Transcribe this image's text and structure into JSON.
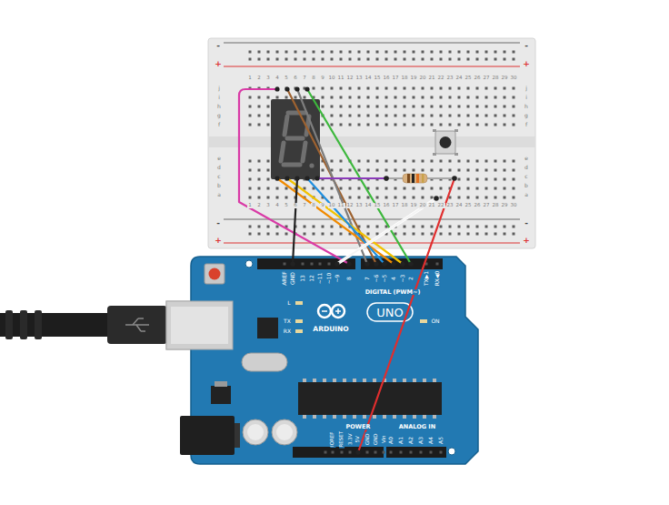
{
  "diagram": {
    "labels": [
      "1",
      "2",
      "3",
      "4",
      "5",
      "6",
      "7",
      "8",
      "9",
      "10",
      "11",
      "12",
      "13",
      "14",
      "15",
      "16",
      "17",
      "18",
      "19",
      "20",
      "21",
      "22",
      "23",
      "24",
      "25",
      "26",
      "27",
      "28",
      "29",
      "30",
      "j",
      "i",
      "h",
      "g",
      "f",
      "j",
      "i",
      "h",
      "g",
      "f",
      "e",
      "d",
      "c",
      "b",
      "a",
      "e",
      "d",
      "c",
      "b",
      "a",
      "1",
      "2",
      "3",
      "4",
      "5",
      "6",
      "7",
      "8",
      "9",
      "10",
      "11",
      "12",
      "13",
      "14",
      "15",
      "16",
      "17",
      "18",
      "19",
      "20",
      "21",
      "22",
      "23",
      "24",
      "25",
      "26",
      "27",
      "28",
      "29",
      "30",
      "-",
      "+",
      "-",
      "+",
      "-",
      "+",
      "-",
      "+",
      "AREF",
      "GND",
      "13",
      "12",
      "~11",
      "~10",
      "~9",
      "8",
      "7",
      "~6",
      "~5",
      "4",
      "~3",
      "2",
      "TX▶1",
      "RX◀0",
      "DIGITAL (PWM~)",
      "L",
      "TX",
      "RX",
      "ARDUINO",
      "UNO",
      "ON",
      "POWER",
      "ANALOG IN",
      "IOREF",
      "RESET",
      "3.3V",
      "5V",
      "GND",
      "GND",
      "Vin",
      "A0",
      "A1",
      "A2",
      "A3",
      "A4",
      "A5"
    ]
  }
}
